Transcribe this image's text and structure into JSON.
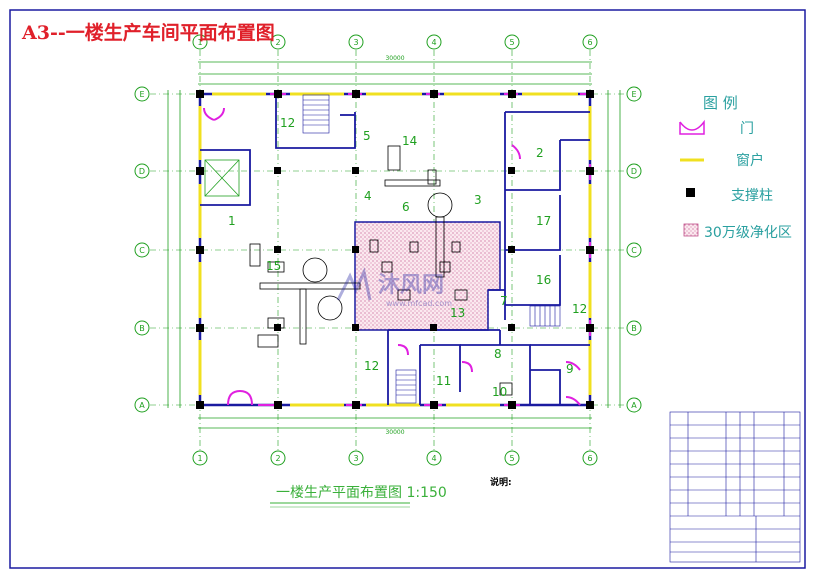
{
  "title": "A3--一楼生产车间平面布置图",
  "axes": {
    "cols": [
      "1",
      "2",
      "3",
      "4",
      "5",
      "6"
    ],
    "rows": [
      "E",
      "D",
      "C",
      "B",
      "A"
    ],
    "total_width": "30000"
  },
  "rooms": [
    "12",
    "5",
    "14",
    "4",
    "3",
    "6",
    "1",
    "2",
    "17",
    "16",
    "15",
    "7",
    "13",
    "12",
    "8",
    "11",
    "9",
    "10",
    "12"
  ],
  "legend": {
    "title": "图 例",
    "door": "门",
    "window": "窗户",
    "column": "支撑柱",
    "clean": "30万级净化区"
  },
  "scale_title": "一楼生产平面布置图 1:150",
  "notes_title": "说明:",
  "colors": {
    "title": "#e0202a",
    "grid": "#20a020",
    "wall": "#1a1aa0",
    "window": "#f0e020",
    "door": "#e020e0",
    "column": "#000000",
    "legend": "#2aa0a0"
  }
}
